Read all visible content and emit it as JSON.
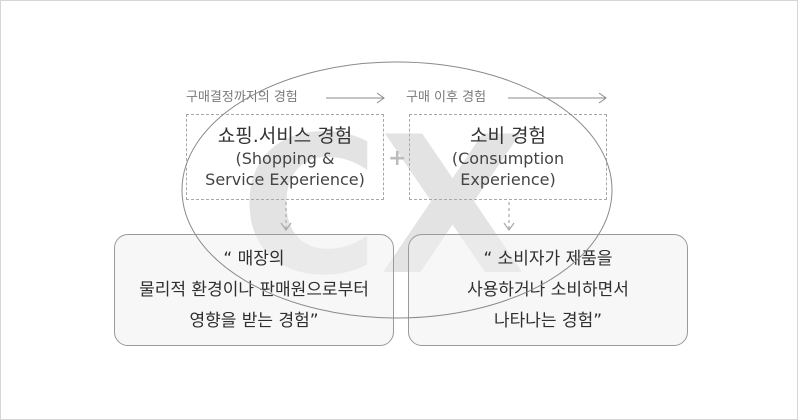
{
  "stages": {
    "before": "구매결정까지의 경험",
    "after": "구매 이후 경험"
  },
  "cx_watermark": "CX",
  "plus_sign": "+",
  "boxes": {
    "shopping": {
      "title": "쇼핑.서비스 경험",
      "sub1": "(Shopping &",
      "sub2": "Service Experience)"
    },
    "consumption": {
      "title": "소비 경험",
      "sub1": "(Consumption",
      "sub2": "Experience)"
    }
  },
  "quotes": {
    "shopping": {
      "line1": "“ 매장의",
      "line2": "물리적 환경이나 판매원으로부터",
      "line3": "영향을 받는 경험”"
    },
    "consumption": {
      "line1": "“ 소비자가 제품을",
      "line2": "사용하거나 소비하면서",
      "line3": "나타나는 경험”"
    }
  },
  "colors": {
    "watermark": "#e3e3e3",
    "lines": "#8a8a8a",
    "dashed": "#a8a8a8"
  }
}
